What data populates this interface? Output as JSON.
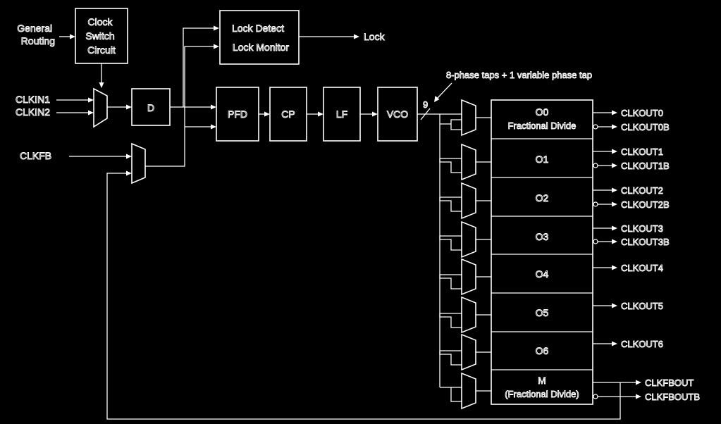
{
  "inputs": {
    "general_routing": [
      "General",
      "Routing"
    ],
    "clkin1": "CLKIN1",
    "clkin2": "CLKIN2",
    "clkfb": "CLKFB"
  },
  "blocks": {
    "clock_switch": [
      "Clock",
      "Switch",
      "Circuit"
    ],
    "divider_d": "D",
    "lock_detect": "Lock Detect",
    "lock_monitor": "Lock Monitor",
    "pfd": "PFD",
    "cp": "CP",
    "lf": "LF",
    "vco": "VCO"
  },
  "lock_output": "Lock",
  "phase_tap_note": "8-phase taps + 1 variable phase tap",
  "bus_width": "9",
  "output_dividers": [
    {
      "label": "O0",
      "sublabel": "Fractional Divide",
      "outputs": [
        "CLKOUT0",
        "CLKOUT0B"
      ]
    },
    {
      "label": "O1",
      "outputs": [
        "CLKOUT1",
        "CLKOUT1B"
      ]
    },
    {
      "label": "O2",
      "outputs": [
        "CLKOUT2",
        "CLKOUT2B"
      ]
    },
    {
      "label": "O3",
      "outputs": [
        "CLKOUT3",
        "CLKOUT3B"
      ]
    },
    {
      "label": "O4",
      "outputs": [
        "CLKOUT4"
      ]
    },
    {
      "label": "O5",
      "outputs": [
        "CLKOUT5"
      ]
    },
    {
      "label": "O6",
      "outputs": [
        "CLKOUT6"
      ]
    },
    {
      "label": "M",
      "sublabel": "(Fractional Divide)",
      "outputs": [
        "CLKFBOUT",
        "CLKFBOUTB"
      ]
    }
  ],
  "colors": {
    "background": "#000000",
    "line": "#ffffff"
  }
}
